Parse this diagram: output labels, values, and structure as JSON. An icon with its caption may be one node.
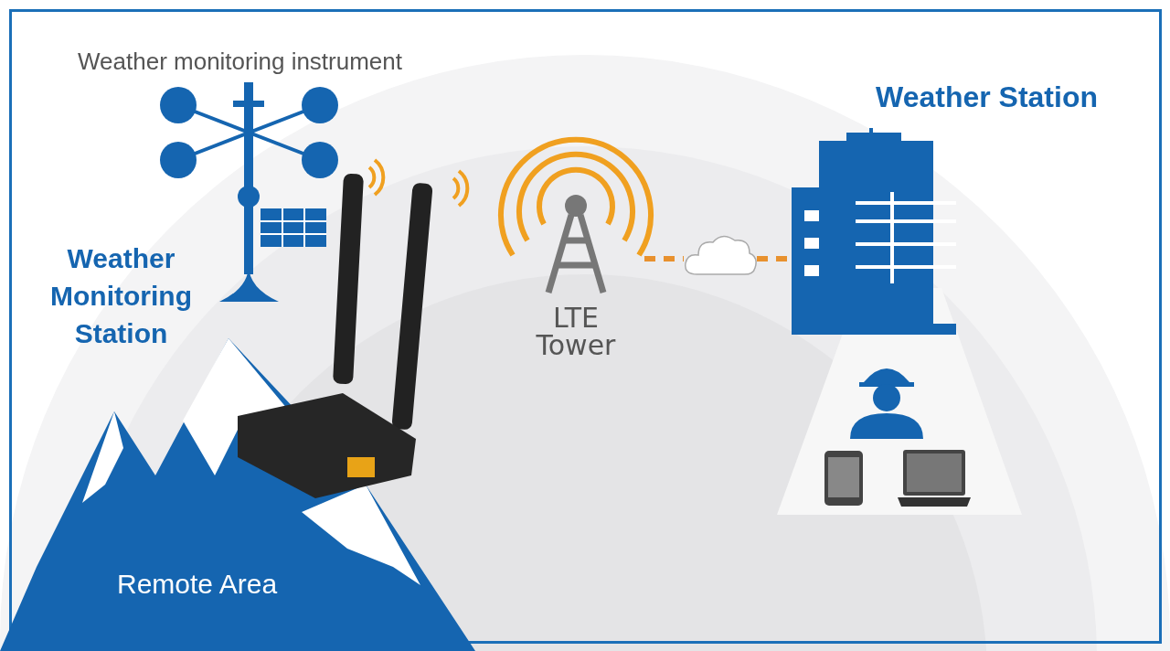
{
  "diagram": {
    "nodes": [
      {
        "text": [
          "LTE Tower"
        ]
      },
      {
        "text": [],
        "shape": "cloud"
      },
      {
        "text": [
          "Weather Station"
        ]
      }
    ],
    "edges": [
      {
        "from": 0,
        "to": 1,
        "arrow": "none",
        "style": "dashed"
      },
      {
        "from": 1,
        "to": 2,
        "arrow": "none",
        "style": "dashed"
      }
    ],
    "labels": [
      "Weather monitoring instrument",
      "Weather Monitoring Station",
      "Remote Area"
    ]
  }
}
